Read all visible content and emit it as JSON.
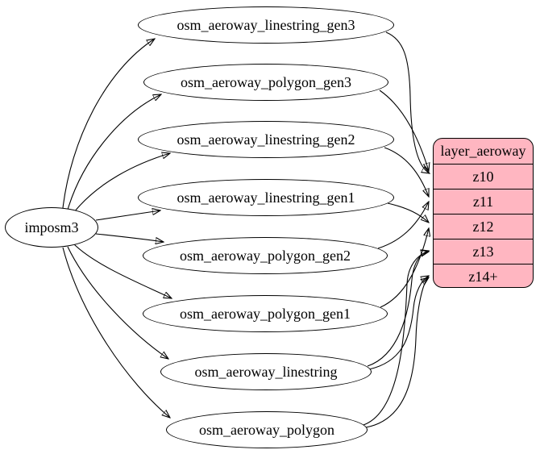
{
  "diagram": {
    "source_node": {
      "label": "imposm3"
    },
    "table_nodes": [
      {
        "label": "osm_aeroway_linestring_gen3"
      },
      {
        "label": "osm_aeroway_polygon_gen3"
      },
      {
        "label": "osm_aeroway_linestring_gen2"
      },
      {
        "label": "osm_aeroway_linestring_gen1"
      },
      {
        "label": "osm_aeroway_polygon_gen2"
      },
      {
        "label": "osm_aeroway_polygon_gen1"
      },
      {
        "label": "osm_aeroway_linestring"
      },
      {
        "label": "osm_aeroway_polygon"
      }
    ],
    "layer_node": {
      "title": "layer_aeroway",
      "fill_color": "#ffb6c1",
      "zoom_rows": [
        {
          "label": "z10"
        },
        {
          "label": "z11"
        },
        {
          "label": "z12"
        },
        {
          "label": "z13"
        },
        {
          "label": "z14+"
        }
      ]
    },
    "edges": [
      {
        "from": "imposm3",
        "to": "osm_aeroway_linestring_gen3"
      },
      {
        "from": "imposm3",
        "to": "osm_aeroway_polygon_gen3"
      },
      {
        "from": "imposm3",
        "to": "osm_aeroway_linestring_gen2"
      },
      {
        "from": "imposm3",
        "to": "osm_aeroway_linestring_gen1"
      },
      {
        "from": "imposm3",
        "to": "osm_aeroway_polygon_gen2"
      },
      {
        "from": "imposm3",
        "to": "osm_aeroway_polygon_gen1"
      },
      {
        "from": "imposm3",
        "to": "osm_aeroway_linestring"
      },
      {
        "from": "imposm3",
        "to": "osm_aeroway_polygon"
      },
      {
        "from": "osm_aeroway_linestring_gen3",
        "to": "layer_aeroway:z10"
      },
      {
        "from": "osm_aeroway_polygon_gen3",
        "to": "layer_aeroway:z10"
      },
      {
        "from": "osm_aeroway_linestring_gen2",
        "to": "layer_aeroway:z11"
      },
      {
        "from": "osm_aeroway_polygon_gen2",
        "to": "layer_aeroway:z11"
      },
      {
        "from": "osm_aeroway_linestring_gen1",
        "to": "layer_aeroway:z12"
      },
      {
        "from": "osm_aeroway_polygon_gen1",
        "to": "layer_aeroway:z12"
      },
      {
        "from": "osm_aeroway_linestring",
        "to": "layer_aeroway:z13"
      },
      {
        "from": "osm_aeroway_polygon",
        "to": "layer_aeroway:z13"
      },
      {
        "from": "osm_aeroway_linestring",
        "to": "layer_aeroway:z14+"
      },
      {
        "from": "osm_aeroway_polygon",
        "to": "layer_aeroway:z14+"
      }
    ],
    "colors": {
      "background": "#ffffff",
      "edge_stroke": "#000000",
      "layer_fill": "#ffb6c1"
    }
  }
}
